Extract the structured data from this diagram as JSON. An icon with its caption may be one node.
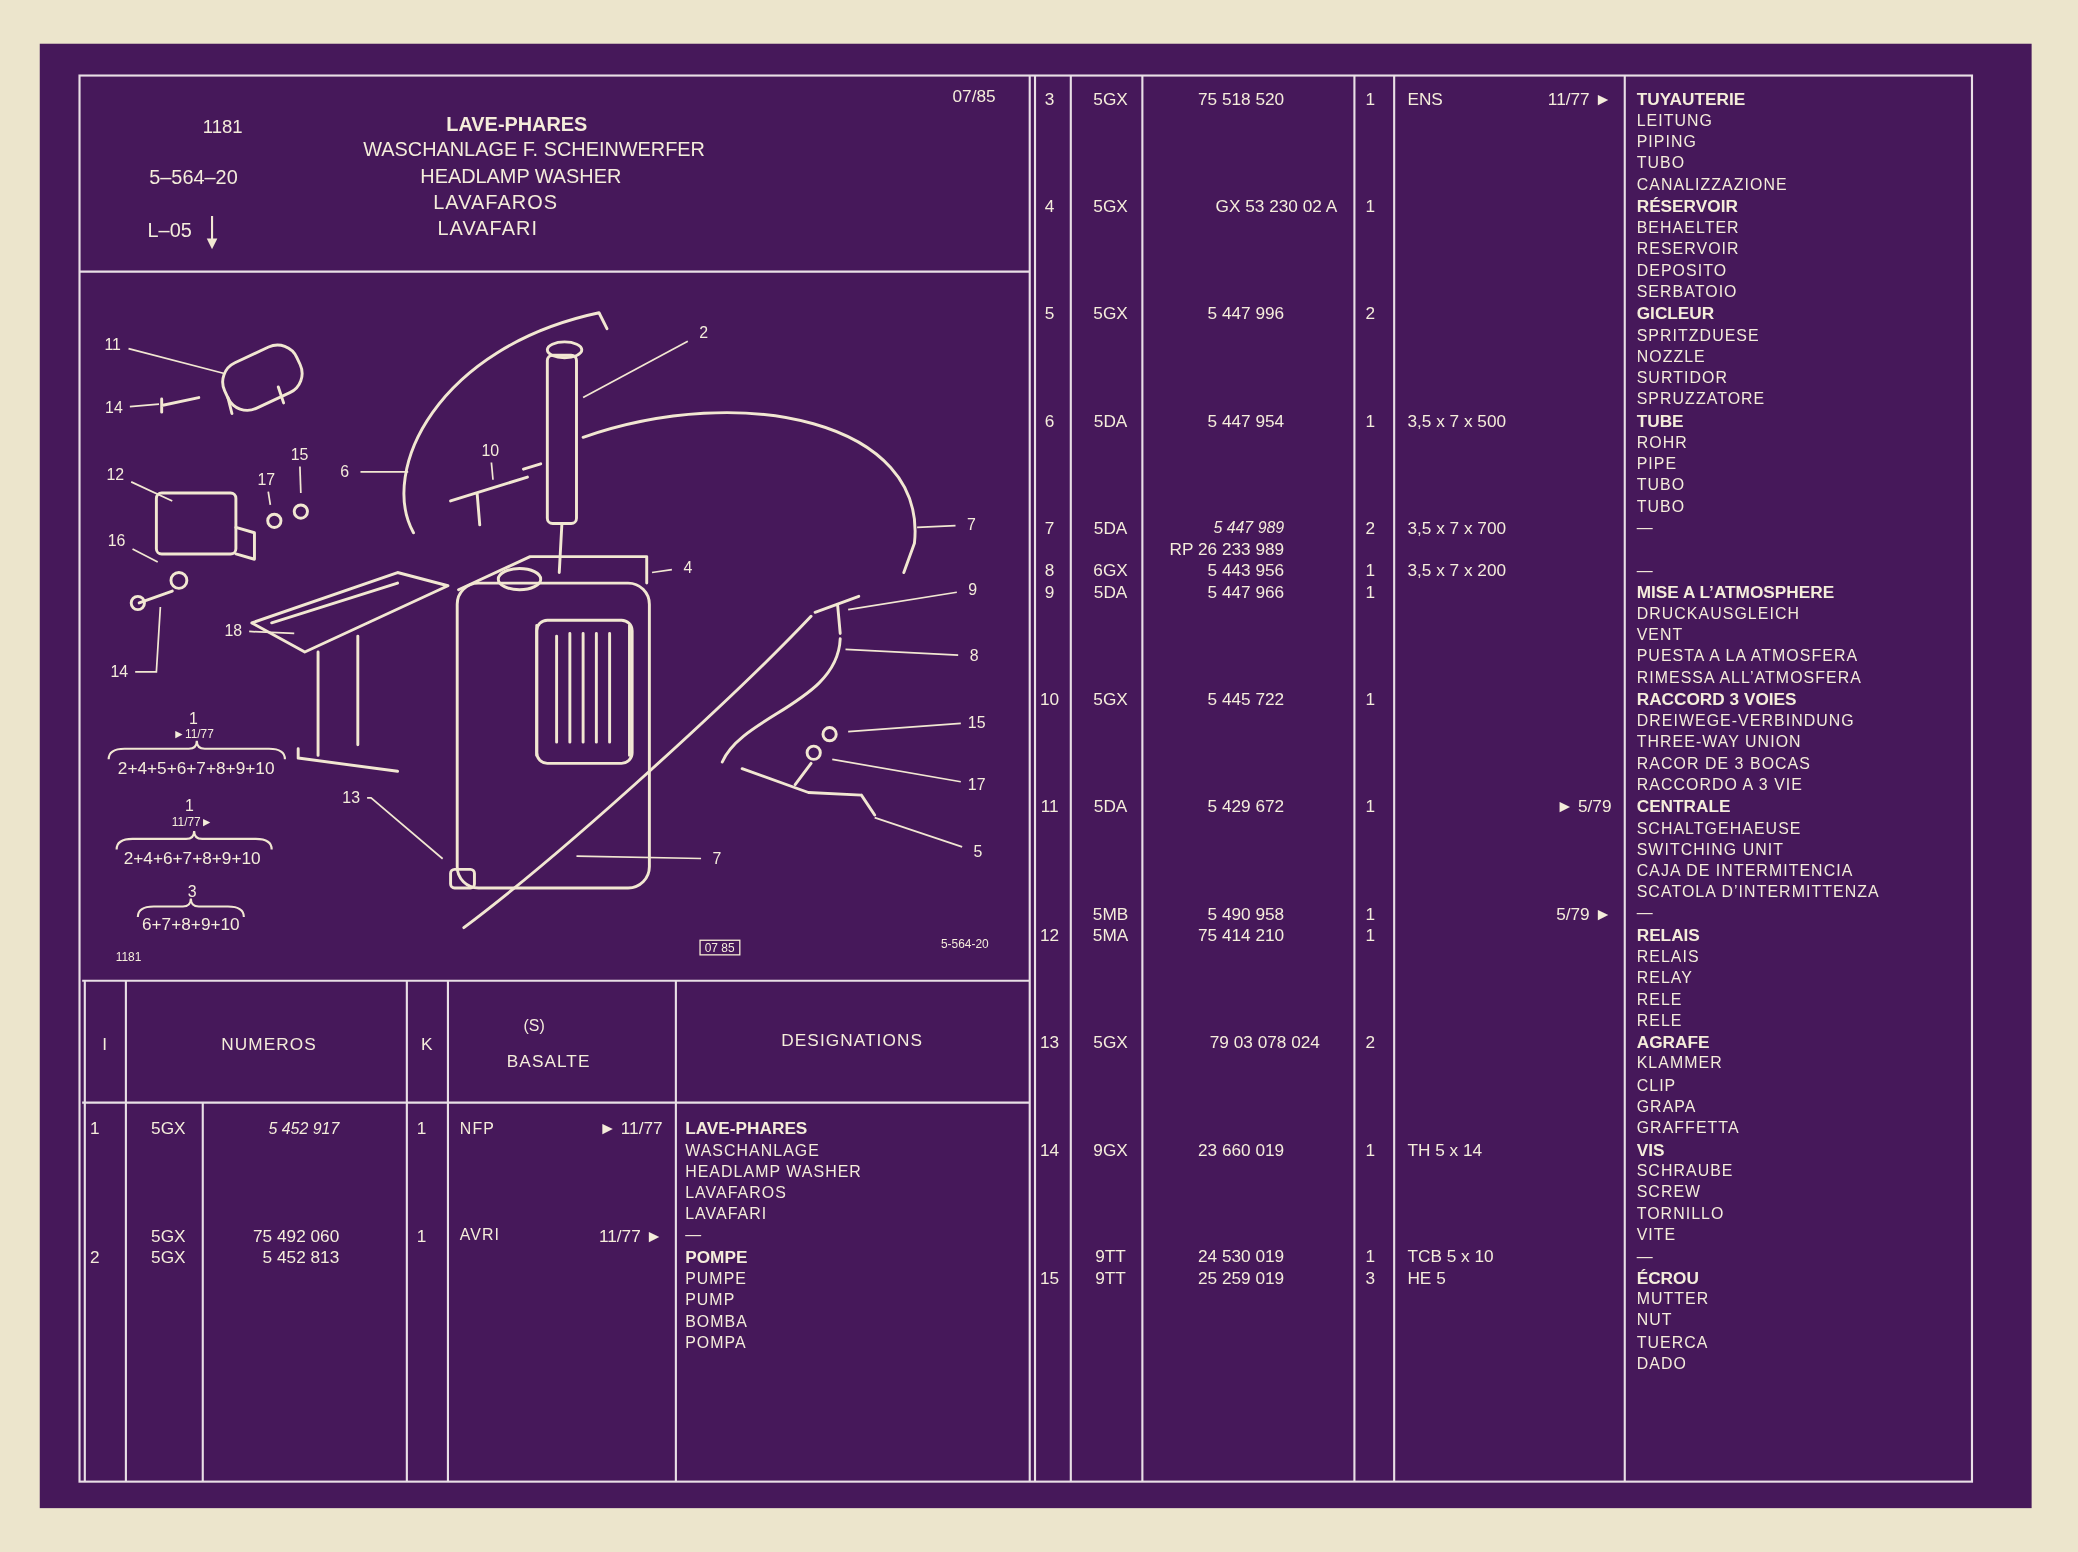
{
  "diagram": {
    "nodes": [
      {
        "text": [
          "11"
        ]
      },
      {
        "text": [
          "2"
        ]
      },
      {
        "text": [
          "14"
        ]
      },
      {
        "text": [
          "15"
        ]
      },
      {
        "text": [
          "10"
        ]
      },
      {
        "text": [
          "6"
        ]
      },
      {
        "text": [
          "12"
        ]
      },
      {
        "text": [
          "17"
        ]
      },
      {
        "text": [
          "7"
        ]
      },
      {
        "text": [
          "16"
        ]
      },
      {
        "text": [
          "4"
        ]
      },
      {
        "text": [
          "9"
        ]
      },
      {
        "text": [
          "18"
        ]
      },
      {
        "text": [
          "8"
        ]
      },
      {
        "text": [
          "14"
        ]
      },
      {
        "text": [
          "15"
        ]
      },
      {
        "text": [
          "17"
        ]
      },
      {
        "text": [
          "13"
        ]
      },
      {
        "text": [
          "5"
        ]
      },
      {
        "text": [
          "7"
        ]
      }
    ],
    "edges": [
      {
        "from": 0,
        "to": null,
        "arrow": "none"
      },
      {
        "from": 1,
        "to": null,
        "arrow": "none"
      },
      {
        "from": 2,
        "to": null,
        "arrow": "none"
      },
      {
        "from": 3,
        "to": null,
        "arrow": "none"
      },
      {
        "from": 4,
        "to": null,
        "arrow": "none"
      },
      {
        "from": 5,
        "to": null,
        "arrow": "none"
      },
      {
        "from": 6,
        "to": null,
        "arrow": "none"
      },
      {
        "from": 7,
        "to": null,
        "arrow": "none"
      },
      {
        "from": 8,
        "to": null,
        "arrow": "none"
      },
      {
        "from": 9,
        "to": null,
        "arrow": "none"
      },
      {
        "from": 10,
        "to": null,
        "arrow": "none"
      },
      {
        "from": 11,
        "to": null,
        "arrow": "none"
      },
      {
        "from": 12,
        "to": null,
        "arrow": "none"
      },
      {
        "from": 13,
        "to": null,
        "arrow": "none"
      },
      {
        "from": 14,
        "to": null,
        "arrow": "none"
      },
      {
        "from": 15,
        "to": null,
        "arrow": "none"
      },
      {
        "from": 16,
        "to": null,
        "arrow": "none"
      },
      {
        "from": 17,
        "to": null,
        "arrow": "none"
      },
      {
        "from": 18,
        "to": null,
        "arrow": "none"
      },
      {
        "from": 19,
        "to": null,
        "arrow": "none"
      }
    ],
    "labels": [
      "1181",
      "LAVE-PHARES",
      "07/85",
      "WASCHANLAGE F. SCHEINWERFER",
      "5–564–20",
      "HEADLAMP WASHER",
      "LAVAFAROS",
      "L–05",
      "LAVAFARI",
      "1",
      "►11/77",
      "2+4+5+6+7+8+9+10",
      "1",
      "11/77►",
      "2+4+6+7+8+9+10",
      "3",
      "6+7+8+9+10",
      "1181",
      "07 85",
      "5-564-20",
      "I",
      "NUMEROS",
      "K",
      "(S)",
      "BASALTE",
      "DESIGNATIONS",
      "1",
      "5GX",
      "5 452 917",
      "1",
      "NFP",
      "► 11/77",
      "LAVE-PHARES",
      "WASCHANLAGE",
      "HEADLAMP WASHER",
      "LAVAFAROS",
      "LAVAFARI",
      "5GX",
      "75 492 060",
      "1",
      "AVRI",
      "11/77 ►",
      "—",
      "2",
      "5GX",
      "5 452 813",
      "POMPE",
      "PUMPE",
      "PUMP",
      "BOMBA",
      "POMPA",
      "3",
      "5GX",
      "75 518 520",
      "1",
      "ENS",
      "11/77 ►",
      "TUYAUTERIE",
      "LEITUNG",
      "PIPING",
      "TUBO",
      "CANALIZZAZIONE",
      "4",
      "5GX",
      "GX 53 230 02 A",
      "1",
      "RÉSERVOIR",
      "BEHAELTER",
      "RESERVOIR",
      "DEPOSITO",
      "SERBATOIO",
      "5",
      "5GX",
      "5 447 996",
      "2",
      "GICLEUR",
      "SPRITZDUESE",
      "NOZZLE",
      "SURTIDOR",
      "SPRUZZATORE",
      "6",
      "5DA",
      "5 447 954",
      "1",
      "3,5 x 7 x 500",
      "TUBE",
      "ROHR",
      "PIPE",
      "TUBO",
      "TUBO",
      "7",
      "5DA",
      "5 447 989",
      "2",
      "3,5 x 7 x 700",
      "—",
      "RP 26 233 989",
      "8",
      "6GX",
      "5 443 956",
      "1",
      "3,5 x 7 x 200",
      "—",
      "9",
      "5DA",
      "5 447 966",
      "1",
      "MISE A L’ATMOSPHERE",
      "DRUCKAUSGLEICH",
      "VENT",
      "PUESTA A LA ATMOSFERA",
      "RIMESSA ALL’ATMOSFERA",
      "10",
      "5GX",
      "5 445 722",
      "1",
      "RACCORD 3 VOIES",
      "DREIWEGE-VERBINDUNG",
      "THREE-WAY UNION",
      "RACOR DE 3 BOCAS",
      "RACCORDO A 3 VIE",
      "11",
      "5DA",
      "5 429 672",
      "1",
      "► 5/79",
      "CENTRALE",
      "SCHALTGEHAEUSE",
      "SWITCHING UNIT",
      "CAJA DE INTERMITENCIA",
      "SCATOLA D’INTERMITTENZA",
      "5MB",
      "5 490 958",
      "1",
      "5/79 ►",
      "—",
      "12",
      "5MA",
      "75 414 210",
      "1",
      "RELAIS",
      "RELAIS",
      "RELAY",
      "RELE",
      "RELE",
      "13",
      "5GX",
      "79 03 078 024",
      "2",
      "AGRAFE",
      "KLAMMER",
      "CLIP",
      "GRAPA",
      "GRAFFETTA",
      "14",
      "9GX",
      "23 660 019",
      "1",
      "TH 5 x 14",
      "VIS",
      "SCHRAUBE",
      "SCREW",
      "TORNILLO",
      "VITE",
      "9TT",
      "24 530 019",
      "1",
      "TCB 5 x 10",
      "—",
      "15",
      "9TT",
      "25 259 019",
      "3",
      "HE 5",
      "ÉCROU",
      "MUTTER",
      "NUT",
      "TUERCA",
      "DADO"
    ]
  }
}
